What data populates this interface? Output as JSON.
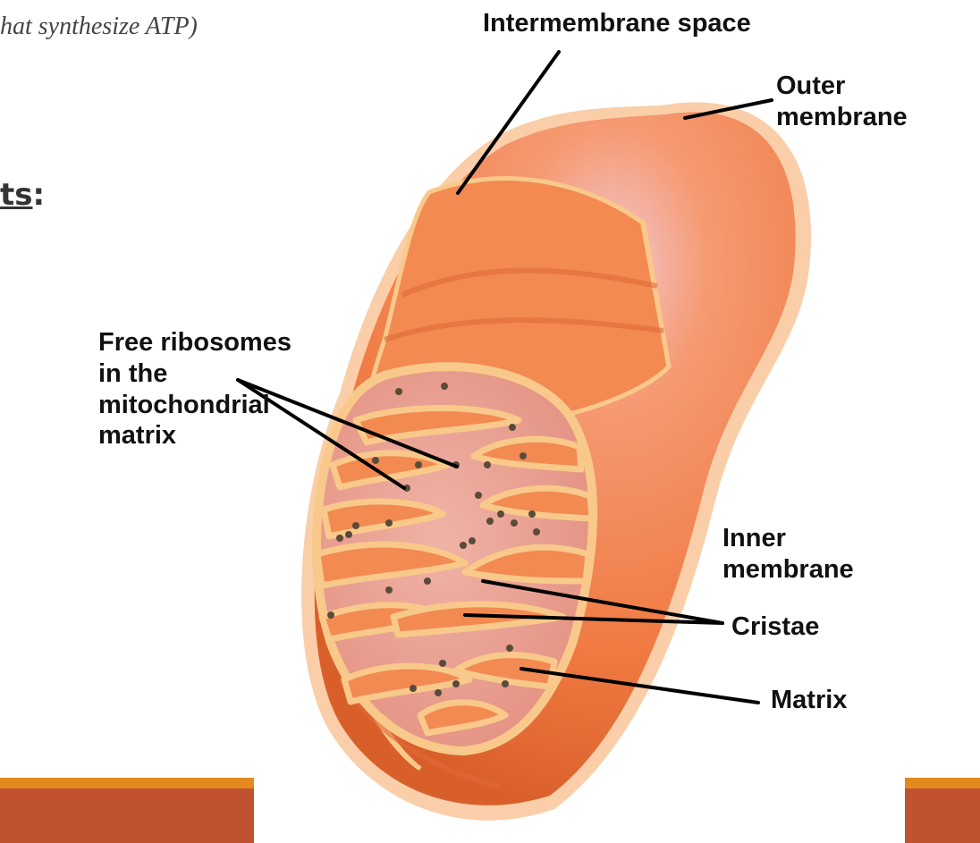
{
  "slide": {
    "subtitle_fragment": "hat synthesize ATP)",
    "heading_fragment": "ts",
    "heading_colon": ":"
  },
  "labels": {
    "intermembrane_space": "Intermembrane space",
    "outer_membrane": "Outer\nmembrane",
    "free_ribosomes": "Free ribosomes\nin the\nmitochondrial\nmatrix",
    "inner_membrane": "Inner\nmembrane",
    "cristae": "Cristae",
    "matrix": "Matrix"
  },
  "colors": {
    "accent_bar": "#c0522f",
    "accent_bar_top": "#e28a1e",
    "outer_membrane": "#f07a42",
    "membrane_edge": "#f8c98a",
    "matrix_fill": "#e6a39c",
    "ribosome": "#5a4a3a"
  }
}
